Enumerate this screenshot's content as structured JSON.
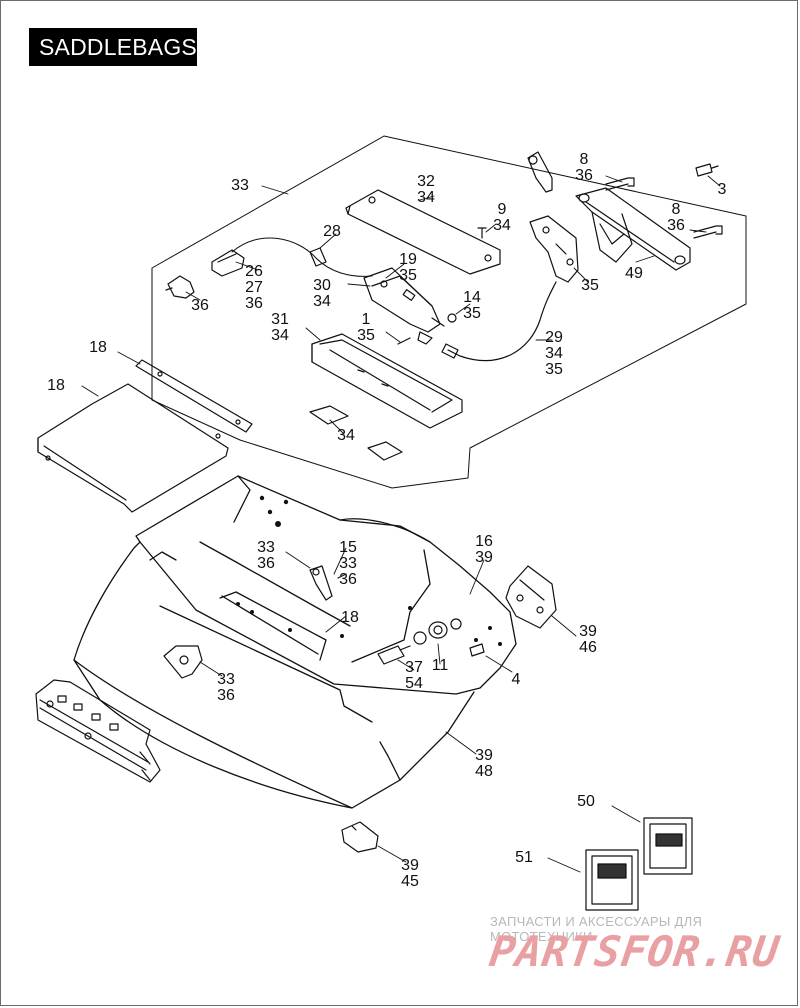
{
  "title": "SADDLEBAGS",
  "watermark": {
    "top_text": "ЗАПЧАСТИ И АКСЕССУАРЫ ДЛЯ МОТОТЕХНИКИ",
    "brand": "PARTSFOR.RU"
  },
  "callouts": [
    {
      "id": "c33a",
      "lines": [
        "33"
      ]
    },
    {
      "id": "c8a",
      "lines": [
        "8",
        "36"
      ]
    },
    {
      "id": "c3",
      "lines": [
        "3"
      ]
    },
    {
      "id": "c32",
      "lines": [
        "32",
        "34"
      ]
    },
    {
      "id": "c8b",
      "lines": [
        "8",
        "36"
      ]
    },
    {
      "id": "c9",
      "lines": [
        "9",
        "34"
      ]
    },
    {
      "id": "c28",
      "lines": [
        "28"
      ]
    },
    {
      "id": "c19",
      "lines": [
        "19",
        "35"
      ]
    },
    {
      "id": "c26",
      "lines": [
        "26",
        "27",
        "36"
      ]
    },
    {
      "id": "c30",
      "lines": [
        "30",
        "34"
      ]
    },
    {
      "id": "c49",
      "lines": [
        "49"
      ]
    },
    {
      "id": "c35a",
      "lines": [
        "35"
      ]
    },
    {
      "id": "c36a",
      "lines": [
        "36"
      ]
    },
    {
      "id": "c14",
      "lines": [
        "14",
        "35"
      ]
    },
    {
      "id": "c31",
      "lines": [
        "31",
        "34"
      ]
    },
    {
      "id": "c1",
      "lines": [
        "1",
        "35"
      ]
    },
    {
      "id": "c29",
      "lines": [
        "29",
        "34",
        "35"
      ]
    },
    {
      "id": "c18a",
      "lines": [
        "18"
      ]
    },
    {
      "id": "c18b",
      "lines": [
        "18"
      ]
    },
    {
      "id": "c34",
      "lines": [
        "34"
      ]
    },
    {
      "id": "c16",
      "lines": [
        "16",
        "39"
      ]
    },
    {
      "id": "c33b",
      "lines": [
        "33",
        "36"
      ]
    },
    {
      "id": "c15",
      "lines": [
        "15",
        "33",
        "36"
      ]
    },
    {
      "id": "c39a",
      "lines": [
        "39",
        "46"
      ]
    },
    {
      "id": "c18c",
      "lines": [
        "18"
      ]
    },
    {
      "id": "c37",
      "lines": [
        "37",
        "54"
      ]
    },
    {
      "id": "c11",
      "lines": [
        "11"
      ]
    },
    {
      "id": "c4",
      "lines": [
        "4"
      ]
    },
    {
      "id": "c33c",
      "lines": [
        "33",
        "36"
      ]
    },
    {
      "id": "c39b",
      "lines": [
        "39",
        "48"
      ]
    },
    {
      "id": "c50",
      "lines": [
        "50"
      ]
    },
    {
      "id": "c51",
      "lines": [
        "51"
      ]
    },
    {
      "id": "c39c",
      "lines": [
        "39",
        "45"
      ]
    }
  ]
}
